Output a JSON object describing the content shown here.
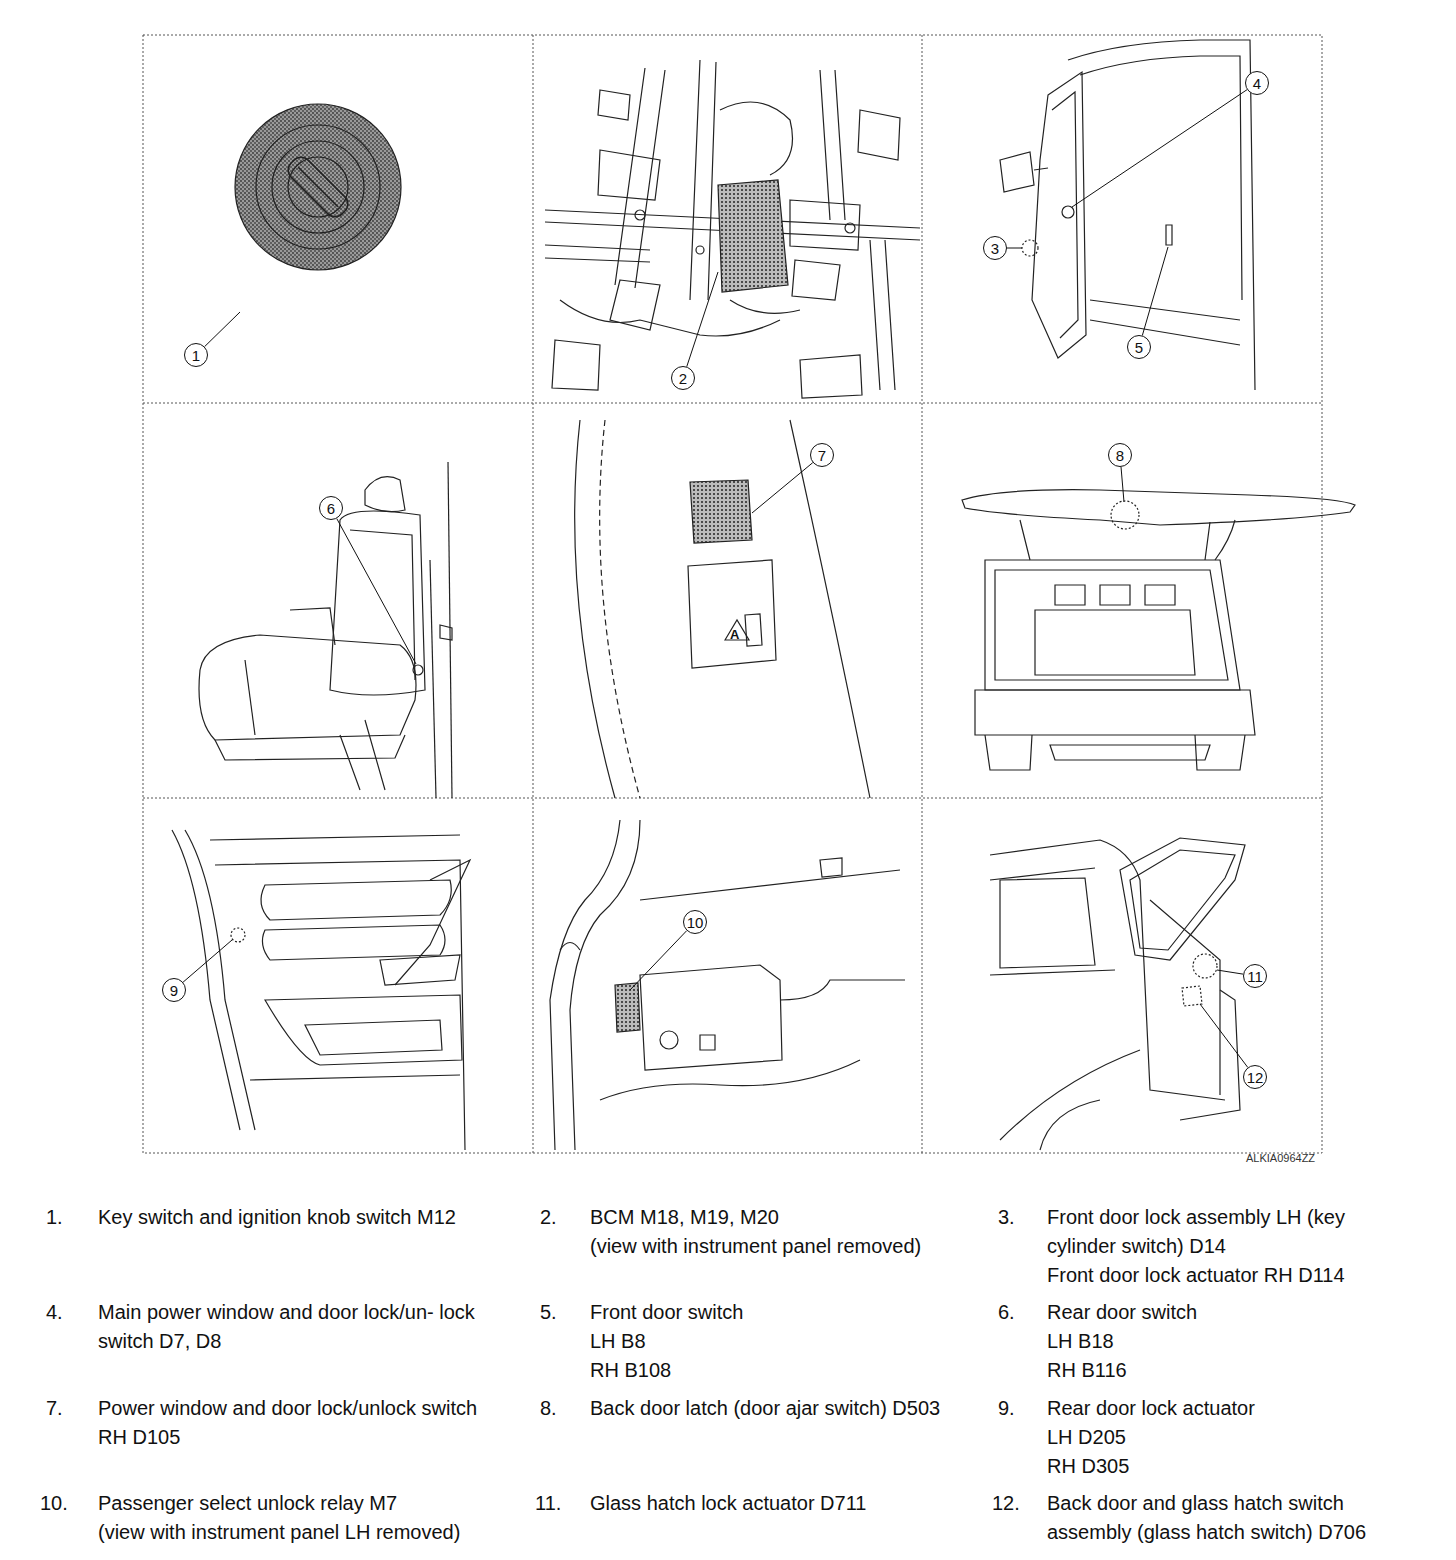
{
  "diagram": {
    "nodes": [
      {
        "text": [
          "1"
        ]
      },
      {
        "text": [
          "2"
        ]
      },
      {
        "text": [
          "3"
        ]
      },
      {
        "text": [
          "4"
        ]
      },
      {
        "text": [
          "5"
        ]
      },
      {
        "text": [
          "6"
        ]
      },
      {
        "text": [
          "7"
        ]
      },
      {
        "text": [
          "8"
        ]
      },
      {
        "text": [
          "9"
        ]
      },
      {
        "text": [
          "10"
        ]
      },
      {
        "text": [
          "11"
        ]
      },
      {
        "text": [
          "12"
        ]
      }
    ],
    "labels": [
      "1.",
      "Key switch and ignition knob switch M12",
      "2.",
      "BCM M18, M19, M20",
      "(view with instrument panel removed)",
      "3.",
      "Front door lock assembly LH (key cylinder switch) D14",
      "Front door lock actuator RH D114",
      "4.",
      "Main power window and door lock/un- lock switch D7, D8",
      "5.",
      "Front door switch",
      "LH B8",
      "RH B108",
      "6.",
      "Rear door switch",
      "LH B18",
      "RH B116",
      "7.",
      "Power window and door lock/unlock switch RH D105",
      "8.",
      "Back door latch (door ajar switch) D503",
      "9.",
      "Rear door lock actuator",
      "LH D205",
      "RH D305",
      "10.",
      "Passenger select unlock relay M7",
      "(view with instrument panel LH removed)",
      "11.",
      "Glass hatch lock actuator D711",
      "12.",
      "Back door and glass hatch switch assembly (glass hatch switch) D706",
      "ALKIA0964ZZ",
      "A"
    ]
  }
}
